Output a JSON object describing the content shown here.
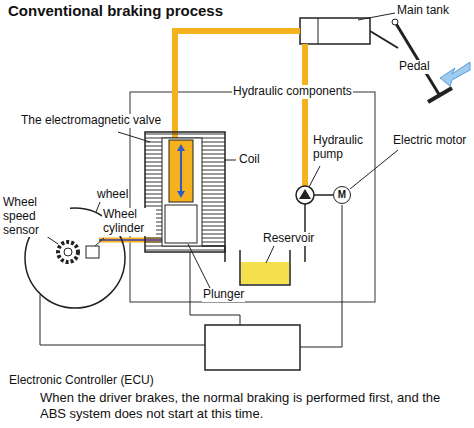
{
  "diagram": {
    "title": "Conventional braking process",
    "caption": "When the driver brakes, the normal braking is performed first, and the ABS system does not start at this time.",
    "nodes": [
      {
        "text": [
          "M"
        ]
      }
    ],
    "labels": [
      "Main tank",
      "Pedal",
      "Hydraulic components",
      "The electromagnetic valve",
      "Coil",
      "Hydraulic pump",
      "Electric motor",
      "Wheel speed sensor",
      "wheel",
      "Wheel cylinder",
      "Reservoir",
      "Plunger",
      "Electronic Controller (ECU)"
    ]
  }
}
